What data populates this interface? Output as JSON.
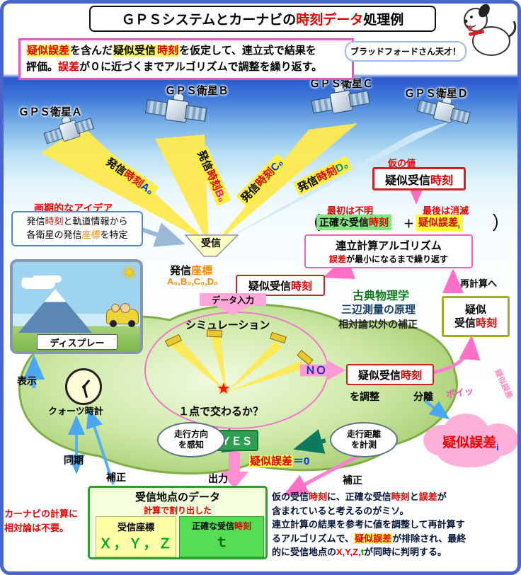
{
  "title_segs": [
    {
      "t": "ＧＰＳシステムとカーナビの"
    },
    {
      "t": "時刻データ",
      "c": "#dd0000"
    },
    {
      "t": "処理例"
    }
  ],
  "mascot": {
    "speech": "ブラッドフォードさん天才！"
  },
  "icons": {
    "sun": "☀",
    "star": "★"
  },
  "intro": {
    "line1": [
      {
        "t": "疑似誤差",
        "c": "#dd0000",
        "bg": "#ffff55"
      },
      {
        "t": "を含んだ"
      },
      {
        "t": "疑似受信",
        "bg": "#ffff55"
      },
      {
        "t": "時刻",
        "c": "#dd0000",
        "bg": "#ffff55"
      },
      {
        "t": "を仮定して、連立式で結果を"
      }
    ],
    "line2": [
      {
        "t": "評価。"
      },
      {
        "t": "誤差",
        "c": "#dd0000"
      },
      {
        "t": "が０に近づくまでアルゴリズムで調整を繰り返す。"
      }
    ]
  },
  "satellites": [
    {
      "label": "ＧＰＳ衛星Ａ"
    },
    {
      "label": "ＧＰＳ衛星Ｂ"
    },
    {
      "label": "ＧＰＳ衛星Ｃ"
    },
    {
      "label": "ＧＰＳ衛星Ｄ"
    }
  ],
  "beam_labels": [
    {
      "segs": [
        {
          "t": "発信"
        },
        {
          "t": "時刻",
          "c": "#dd0000"
        },
        {
          "t": "A₀",
          "c": "#0033ee"
        }
      ]
    },
    {
      "segs": [
        {
          "t": "発信"
        },
        {
          "t": "時刻",
          "c": "#dd0000"
        },
        {
          "t": "B₀",
          "c": "#ee1188"
        }
      ]
    },
    {
      "segs": [
        {
          "t": "発信"
        },
        {
          "t": "時刻",
          "c": "#dd0000"
        },
        {
          "t": "C₀",
          "c": "#0033ee"
        }
      ]
    },
    {
      "segs": [
        {
          "t": "発信"
        },
        {
          "t": "時刻",
          "c": "#dd0000"
        },
        {
          "t": "D₀",
          "c": "#008b8b"
        }
      ]
    }
  ],
  "idea": {
    "heading": "画期的なアイデア",
    "line1": [
      {
        "t": "発信"
      },
      {
        "t": "時刻",
        "c": "#dd0000"
      },
      {
        "t": "と軌道情報から"
      }
    ],
    "line2": [
      {
        "t": "各衛星の発信"
      },
      {
        "t": "座標",
        "c": "#ff8800"
      },
      {
        "t": "を特定"
      }
    ]
  },
  "receiver": {
    "funnel": "受信",
    "coords_line1": [
      {
        "t": "発信"
      },
      {
        "t": "座標",
        "c": "#ff8800"
      }
    ],
    "coords_line2": [
      {
        "t": "A₀,B₀,C₀,D₀",
        "c": "#ff8800"
      }
    ]
  },
  "pseudo_time_segs": [
    {
      "t": "疑似受信"
    },
    {
      "t": "時刻",
      "c": "#dd0000"
    }
  ],
  "hypothesis": {
    "kari": "仮の値",
    "first": "最初は不明",
    "last": "最後は消滅",
    "open": "（",
    "close": "）",
    "exact": [
      {
        "t": "正確な受信"
      },
      {
        "t": "時刻",
        "c": "#dd0000"
      }
    ],
    "plus": "＋",
    "pseudo_err": [
      {
        "t": "疑似誤差",
        "c": "#dd0000"
      },
      {
        "t": "i",
        "c": "#0033ee",
        "sub": true
      }
    ]
  },
  "algorithm": {
    "line1": "連立計算アルゴリズム",
    "line2": [
      {
        "t": "誤差",
        "c": "#dd0000"
      },
      {
        "t": "が最小になるまで繰り返す"
      }
    ],
    "recalc": "再計算へ",
    "right_box_line1": "疑似",
    "right_box_line2": [
      {
        "t": "受信"
      },
      {
        "t": "時刻",
        "c": "#dd0000"
      }
    ]
  },
  "physics": {
    "line1": "古典物理学",
    "line2": "三辺測量の原理",
    "line3": "相対論以外の補正"
  },
  "simulation": {
    "label": "シミュレーション",
    "input": "データ入力",
    "question": "１点で交わるか？",
    "no": "ＮＯ",
    "yes": "ＹＥＳ",
    "adjust": "を調整",
    "separate": "分離",
    "poi": "ポイッ",
    "err_zero": [
      {
        "t": "疑似誤差",
        "c": "#dd0000",
        "bg": "#ffff55"
      },
      {
        "t": "＝0",
        "c": "#0033ee"
      }
    ],
    "cloud": [
      {
        "t": "疑似誤差",
        "c": "#ee0000"
      },
      {
        "t": "i",
        "c": "#0033ee",
        "sub": true
      }
    ],
    "cloud_small": "疑似誤差"
  },
  "display": {
    "label": "ディスプレー",
    "show": "表示",
    "clock": "クォーツ時計",
    "sync": "同期",
    "correct_left": "補正",
    "correct_right": "補正",
    "output": "出力",
    "oval_left_1": "走行方向",
    "oval_left_2": "を感知",
    "oval_right_1": "走行距離",
    "oval_right_2": "を計測"
  },
  "result": {
    "title": "受信地点のデータ",
    "subtitle": "計算で割り出した",
    "coord_title": "受信座標",
    "coord_val": "Ｘ，Ｙ，Ｚ",
    "time_title": [
      {
        "t": "正確な受信"
      },
      {
        "t": "時刻",
        "c": "#dd0000"
      }
    ],
    "time_val": "ｔ"
  },
  "footnotes": {
    "left_1": "カーナビの計算に",
    "left_2": "相対論は不要。",
    "note": [
      [
        {
          "t": "仮の受信"
        },
        {
          "t": "時刻",
          "c": "#dd0000"
        },
        {
          "t": "に、"
        },
        {
          "t": "正確な受信"
        },
        {
          "t": "時刻",
          "c": "#dd0000"
        },
        {
          "t": "と"
        },
        {
          "t": "誤差",
          "c": "#dd0000"
        },
        {
          "t": "が"
        }
      ],
      [
        {
          "t": "含まれていると考えるのがミソ。"
        }
      ],
      [
        {
          "t": "連立計算の結果を参考に値を調整して再計算す"
        }
      ],
      [
        {
          "t": "るアルゴリズムで、"
        },
        {
          "t": "疑似誤差",
          "c": "#dd0000",
          "bg": "#ffff55"
        },
        {
          "t": "が排除され、最終"
        }
      ],
      [
        {
          "t": "的に受信地点の"
        },
        {
          "t": "X,Y,Z,",
          "c": "#dd0000"
        },
        {
          "t": "t",
          "c": "#009900"
        },
        {
          "t": "が同時に判明する。"
        }
      ]
    ]
  }
}
